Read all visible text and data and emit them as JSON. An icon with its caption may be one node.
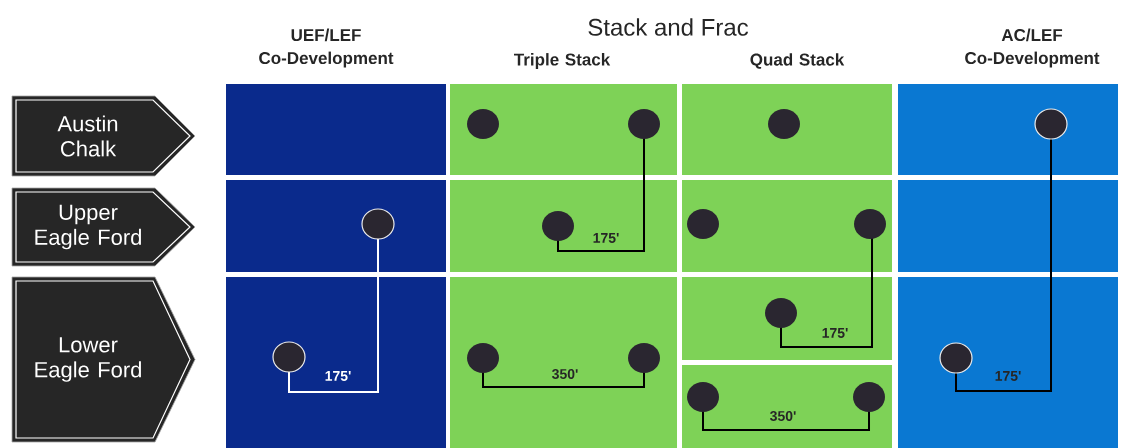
{
  "diagram": {
    "title": "Stack and Frac",
    "nodes": [
      {
        "text": [
          "Austin Chalk"
        ]
      },
      {
        "text": [
          "Upper Eagle Ford"
        ]
      },
      {
        "text": [
          "Lower Eagle Ford"
        ]
      }
    ],
    "labels": [
      "UEF/LEF Co-Development",
      "Triple Stack",
      "Quad Stack",
      "AC/LEF Co-Development",
      "175'",
      "175'",
      "175'",
      "350'",
      "175'",
      "350'"
    ]
  }
}
